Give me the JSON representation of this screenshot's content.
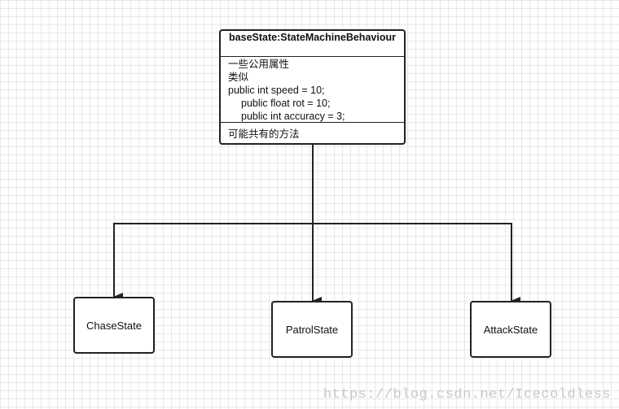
{
  "class_node": {
    "title": "baseState:StateMachineBehaviour",
    "attributes": [
      "一些公用属性",
      "类似",
      "public int speed = 10;",
      "public float rot = 10;",
      "public int accuracy = 3;"
    ],
    "methods": [
      "可能共有的方法"
    ]
  },
  "states": {
    "chase": "ChaseState",
    "patrol": "PatrolState",
    "attack": "AttackState"
  },
  "edges": [
    {
      "from": "baseState:StateMachineBehaviour",
      "to": "ChaseState"
    },
    {
      "from": "baseState:StateMachineBehaviour",
      "to": "PatrolState"
    },
    {
      "from": "baseState:StateMachineBehaviour",
      "to": "AttackState"
    }
  ],
  "watermark": "https://blog.csdn.net/Icecoldless",
  "colors": {
    "line": "#222222",
    "grid": "#e8e8e8",
    "watermark": "#c8c8c8"
  }
}
